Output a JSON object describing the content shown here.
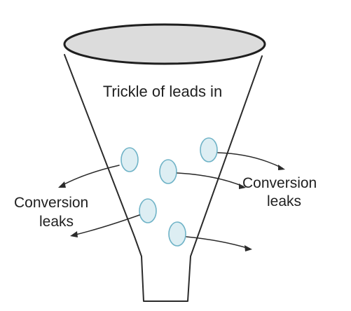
{
  "funnel": {
    "top_text": "Trickle of leads in"
  },
  "leak_labels": {
    "left": [
      "Conversion",
      "leaks"
    ],
    "right": [
      "Conversion",
      "leaks"
    ]
  },
  "colors": {
    "funnel_stroke": "#2b2b2b",
    "rim_fill": "#dcdcdc",
    "hole_fill": "#ddeef3",
    "hole_stroke": "#6fb3c7",
    "text": "#1f1f1f"
  }
}
